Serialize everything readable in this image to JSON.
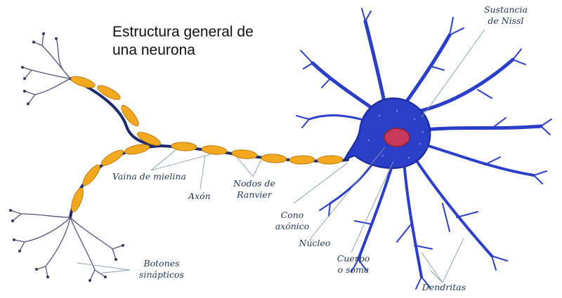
{
  "title": {
    "line1": "Estructura general de",
    "line2": "una neurona"
  },
  "labels": {
    "sustancia_nissl_1": "Sustancia",
    "sustancia_nissl_2": "de Nissl",
    "vaina_mielina": "Vaina de mielina",
    "axon": "Axón",
    "nodos_ranvier_1": "Nodos de",
    "nodos_ranvier_2": "Ranvier",
    "cono_axonico_1": "Cono",
    "cono_axonico_2": "axónico",
    "nucleo": "Núcleo",
    "cuerpo_soma_1": "Cuerpo",
    "cuerpo_soma_2": "o soma",
    "botones_sinapticos_1": "Botones",
    "botones_sinapticos_2": "sinápticos",
    "dendritas": "Dendritas"
  },
  "colors": {
    "soma": "#2a3ec8",
    "soma_dark": "#1a2a9a",
    "nucleus": "#c8385a",
    "myelin": "#f2a91f",
    "axon": "#1c2a6e",
    "terminal": "#5a5078",
    "label_text": "#1f3550",
    "leader_line": "#8a9aa8"
  }
}
